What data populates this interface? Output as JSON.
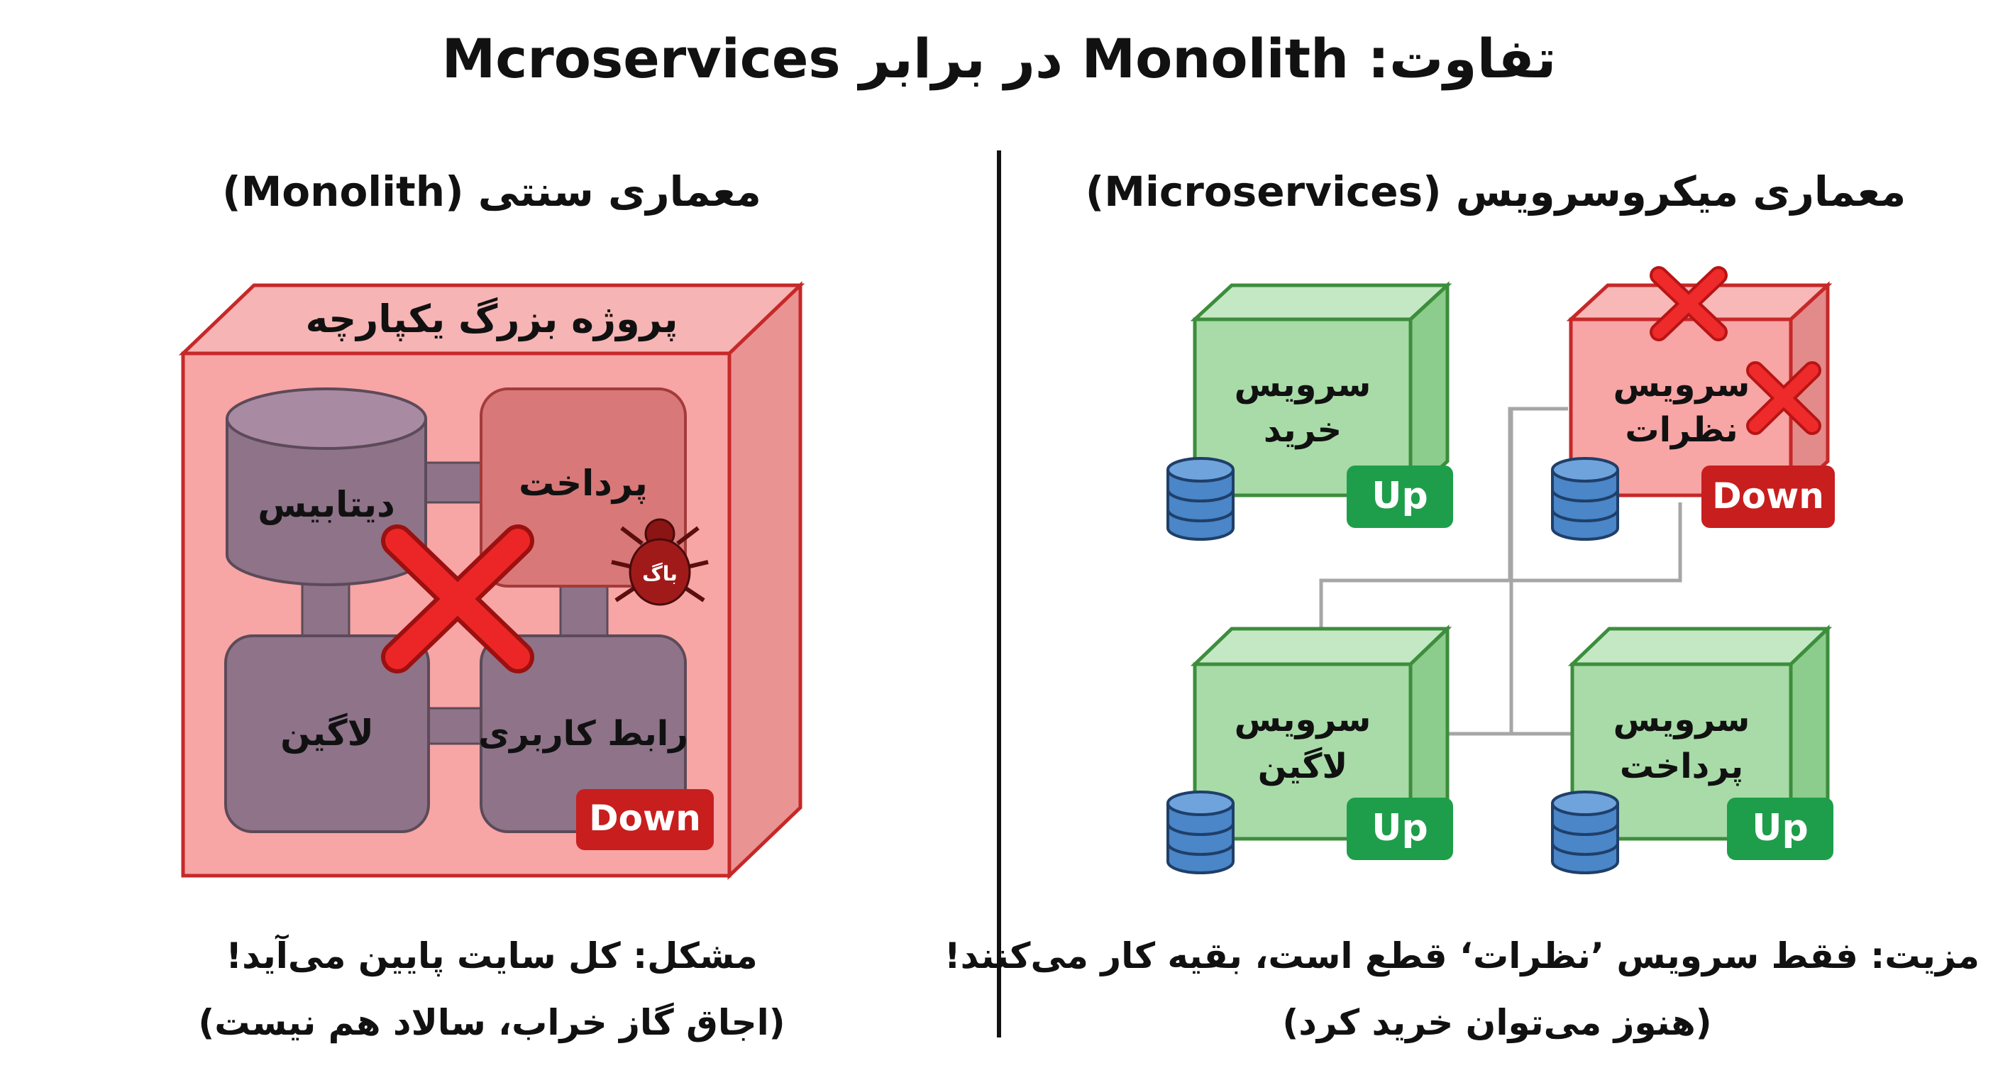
{
  "title": "تفاوت: Monolith در برابر Mcroservices",
  "monolith": {
    "heading": "معماری سنتی (Monolith)",
    "box_label": "پروژه بزرگ یکپارچه",
    "database_label": "دیتابیس",
    "payment_label": "پرداخت",
    "bug_label": "باگ",
    "login_label": "لاگین",
    "ui_label": "رابط کاربری",
    "status": "Down",
    "caption_line1": "مشکل: کل سایت پایین می‌آید!",
    "caption_line2": "(اجاق گاز خراب، سالاد هم نیست)"
  },
  "microservices": {
    "heading": "معماری میکروسرویس (Microservices)",
    "services": [
      {
        "line1": "سرویس",
        "line2": "خرید",
        "status": "Up"
      },
      {
        "line1": "سرویس",
        "line2": "نظرات",
        "status": "Down"
      },
      {
        "line1": "سرویس",
        "line2": "لاگین",
        "status": "Up"
      },
      {
        "line1": "سرویس",
        "line2": "پرداخت",
        "status": "Up"
      }
    ],
    "caption_line1": "مزیت: فقط سرویس ’نظرات‘ قطع است، بقیه کار می‌کنند!",
    "caption_line2": "(هنوز می‌توان خرید کرد)"
  },
  "colors": {
    "red_fill": "#f7a5a5",
    "red_stroke": "#c62828",
    "green_fill": "#a8dba8",
    "green_stroke": "#3c8d3c",
    "badge_green": "#1e9e4a",
    "badge_red": "#c81e1e",
    "module_fill": "#8e7389",
    "database_blue": "#4a86c8"
  }
}
